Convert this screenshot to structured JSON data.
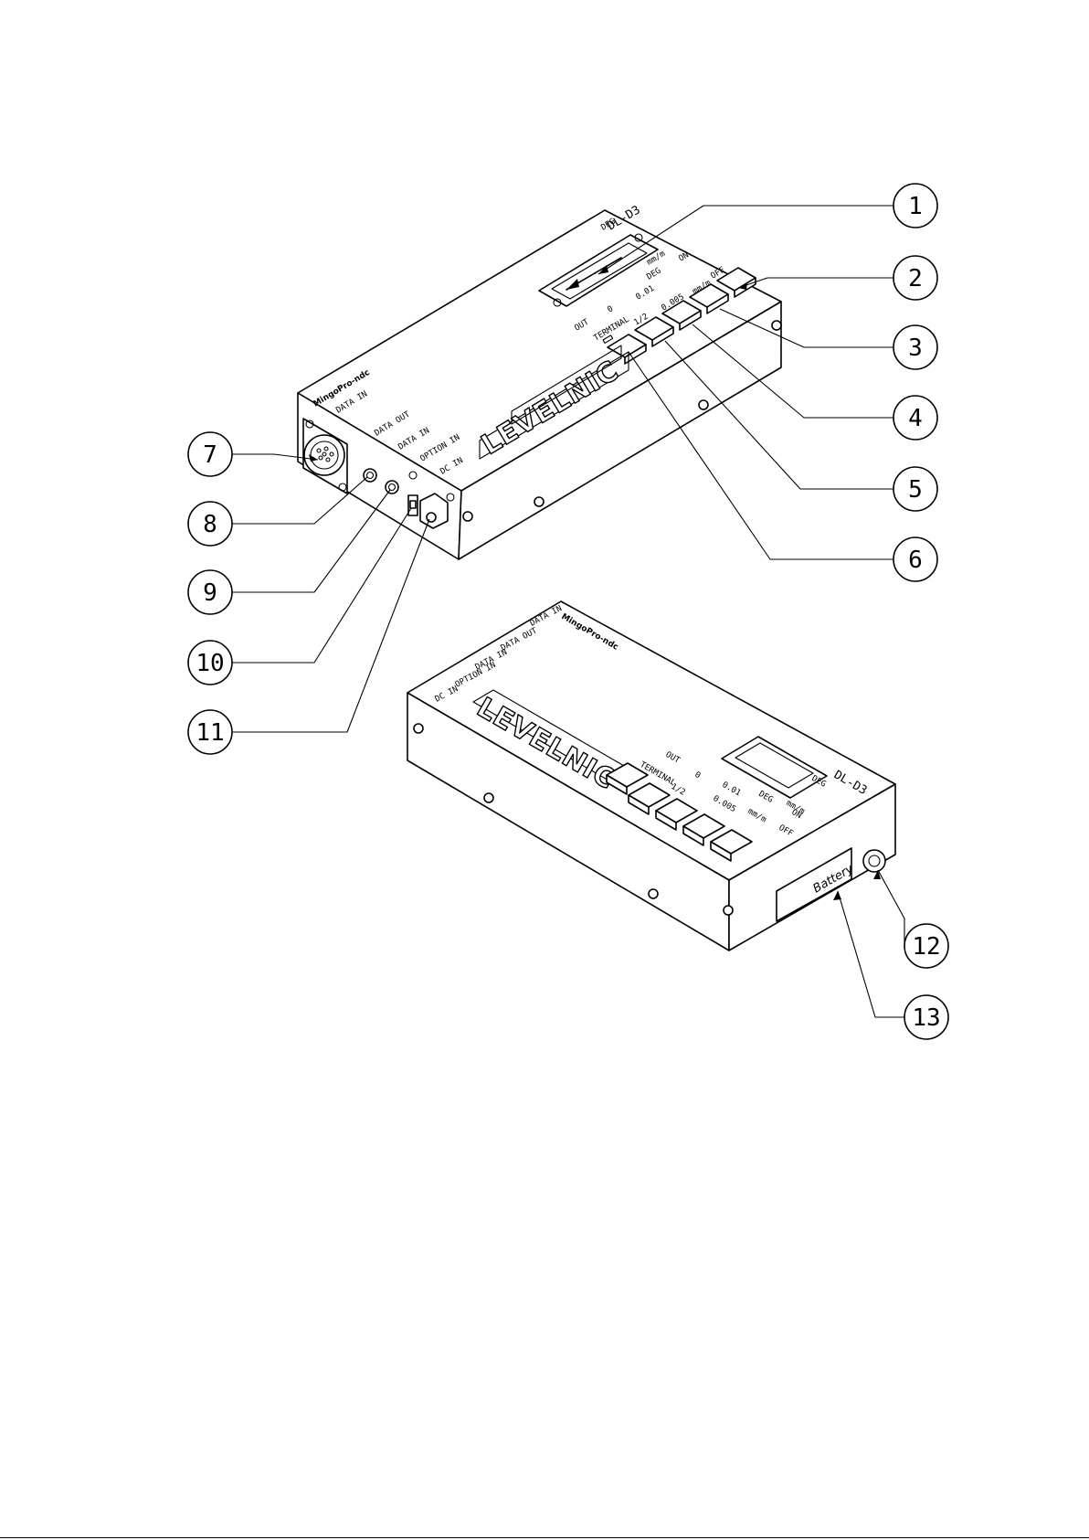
{
  "device": {
    "brand": "LEVELNIC",
    "model": "DL-D3",
    "maker_logo": "MingoPro-ndc",
    "display_label": "DEG",
    "display_unit": "mm/m",
    "switch_labels": {
      "on": "ON",
      "off": "OFF",
      "deg": "DEG",
      "unit": "mm/m",
      "fine": "0.01",
      "finer": "0.005",
      "zero": "0",
      "half": "1/2",
      "out": "OUT",
      "terminal": "TERMINAL"
    },
    "connector_labels": {
      "data_in_top": "DATA IN",
      "data_out": "DATA OUT",
      "data_in": "DATA IN",
      "option_in": "OPTION IN",
      "dc_in": "DC IN",
      "port_name": "DL-D3"
    },
    "battery_label": "Battery"
  },
  "callouts": [
    "1",
    "2",
    "3",
    "4",
    "5",
    "6",
    "7",
    "8",
    "9",
    "10",
    "11",
    "12",
    "13"
  ]
}
